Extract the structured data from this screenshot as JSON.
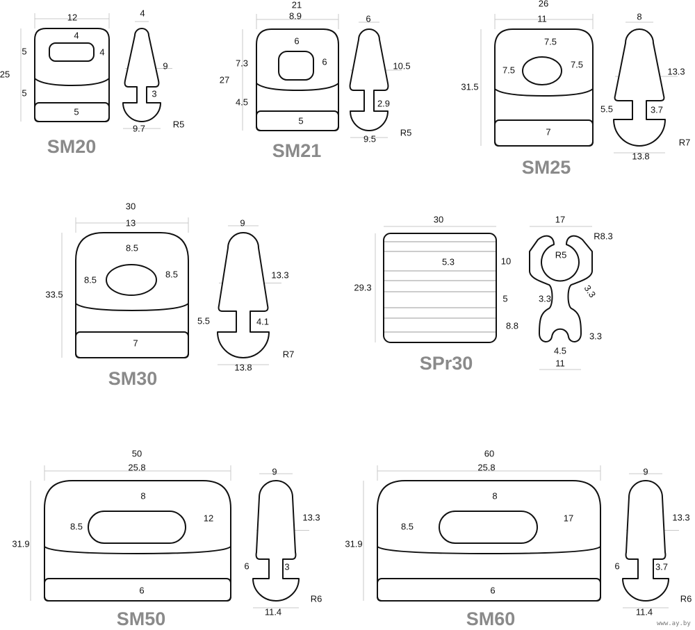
{
  "products": [
    {
      "name": "SM20",
      "dims": [
        "12",
        "4",
        "5",
        "4",
        "25",
        "5",
        "5",
        "4",
        "9",
        "3",
        "9.7",
        "R5"
      ]
    },
    {
      "name": "SM21",
      "dims": [
        "21",
        "8.9",
        "6",
        "7.3",
        "6",
        "27",
        "4.5",
        "5",
        "6",
        "10.5",
        "2.9",
        "9.5",
        "R5"
      ]
    },
    {
      "name": "SM25",
      "dims": [
        "26",
        "11",
        "7.5",
        "7.5",
        "7.5",
        "31.5",
        "5.5",
        "7",
        "8",
        "13.3",
        "3.7",
        "13.8",
        "R7"
      ]
    },
    {
      "name": "SM30",
      "dims": [
        "30",
        "13",
        "8.5",
        "8.5",
        "8.5",
        "33.5",
        "7",
        "9",
        "13.3",
        "5.5",
        "4.1",
        "13.8",
        "R7"
      ]
    },
    {
      "name": "SPr30",
      "dims": [
        "30",
        "5.3",
        "10",
        "29.3",
        "5",
        "8.8",
        "17",
        "R8.3",
        "R5",
        "3.3",
        "3.3",
        "3.3",
        "4.5",
        "11"
      ]
    },
    {
      "name": "SM50",
      "dims": [
        "50",
        "25.8",
        "8",
        "8.5",
        "12",
        "31.9",
        "6",
        "6",
        "9",
        "13.3",
        "3",
        "11.4",
        "R6"
      ]
    },
    {
      "name": "SM60",
      "dims": [
        "60",
        "25.8",
        "8",
        "8.5",
        "17",
        "31.9",
        "6",
        "6",
        "9",
        "13.3",
        "3.7",
        "11.4",
        "R6"
      ]
    }
  ],
  "watermark": "www.ay.by"
}
